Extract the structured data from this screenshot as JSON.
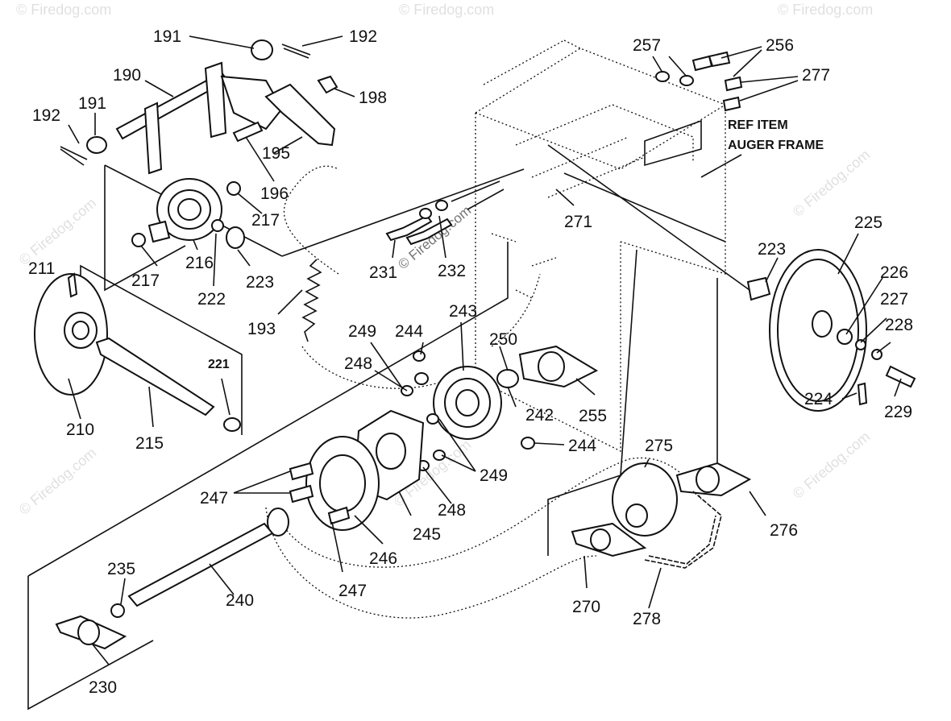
{
  "diagram": {
    "ref_item_line1": "REF ITEM",
    "ref_item_line2": "AUGER FRAME",
    "watermark": "© Firedog.com",
    "part_numbers": [
      "191",
      "192",
      "190",
      "192",
      "191",
      "198",
      "195",
      "196",
      "217",
      "217",
      "216",
      "222",
      "223",
      "211",
      "221",
      "210",
      "215",
      "193",
      "231",
      "232",
      "271",
      "257",
      "256",
      "277",
      "225",
      "223",
      "226",
      "227",
      "228",
      "224",
      "229",
      "249",
      "244",
      "243",
      "250",
      "248",
      "242",
      "255",
      "244",
      "249",
      "248",
      "247",
      "247",
      "245",
      "246",
      "275",
      "276",
      "270",
      "278",
      "235",
      "240",
      "230"
    ]
  }
}
